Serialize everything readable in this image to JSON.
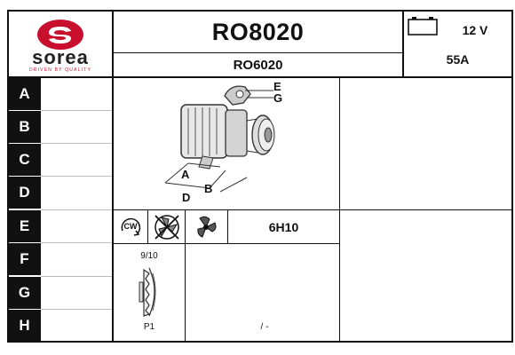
{
  "brand": {
    "logo_text": "sorea",
    "tagline": "DRIVEN BY QUALITY",
    "color": "#c8102e"
  },
  "header": {
    "reference": "RO8020",
    "alt_reference": "RO6020",
    "voltage": "12 V",
    "amperage": "55A"
  },
  "rows": [
    "A",
    "B",
    "C",
    "D",
    "E",
    "F",
    "G",
    "H"
  ],
  "diagram": {
    "callouts": [
      "E",
      "G",
      "A",
      "B",
      "D"
    ]
  },
  "specs": {
    "rotation": "CW",
    "pulley_code": "6H10"
  },
  "pulley": {
    "grooves": "9/10",
    "type": "P1"
  },
  "misc": {
    "value": "/ -"
  },
  "icons": [
    "battery-icon",
    "rotation-cw-icon",
    "no-fan-icon",
    "fan-icon",
    "pulley-icon",
    "alternator-image"
  ]
}
